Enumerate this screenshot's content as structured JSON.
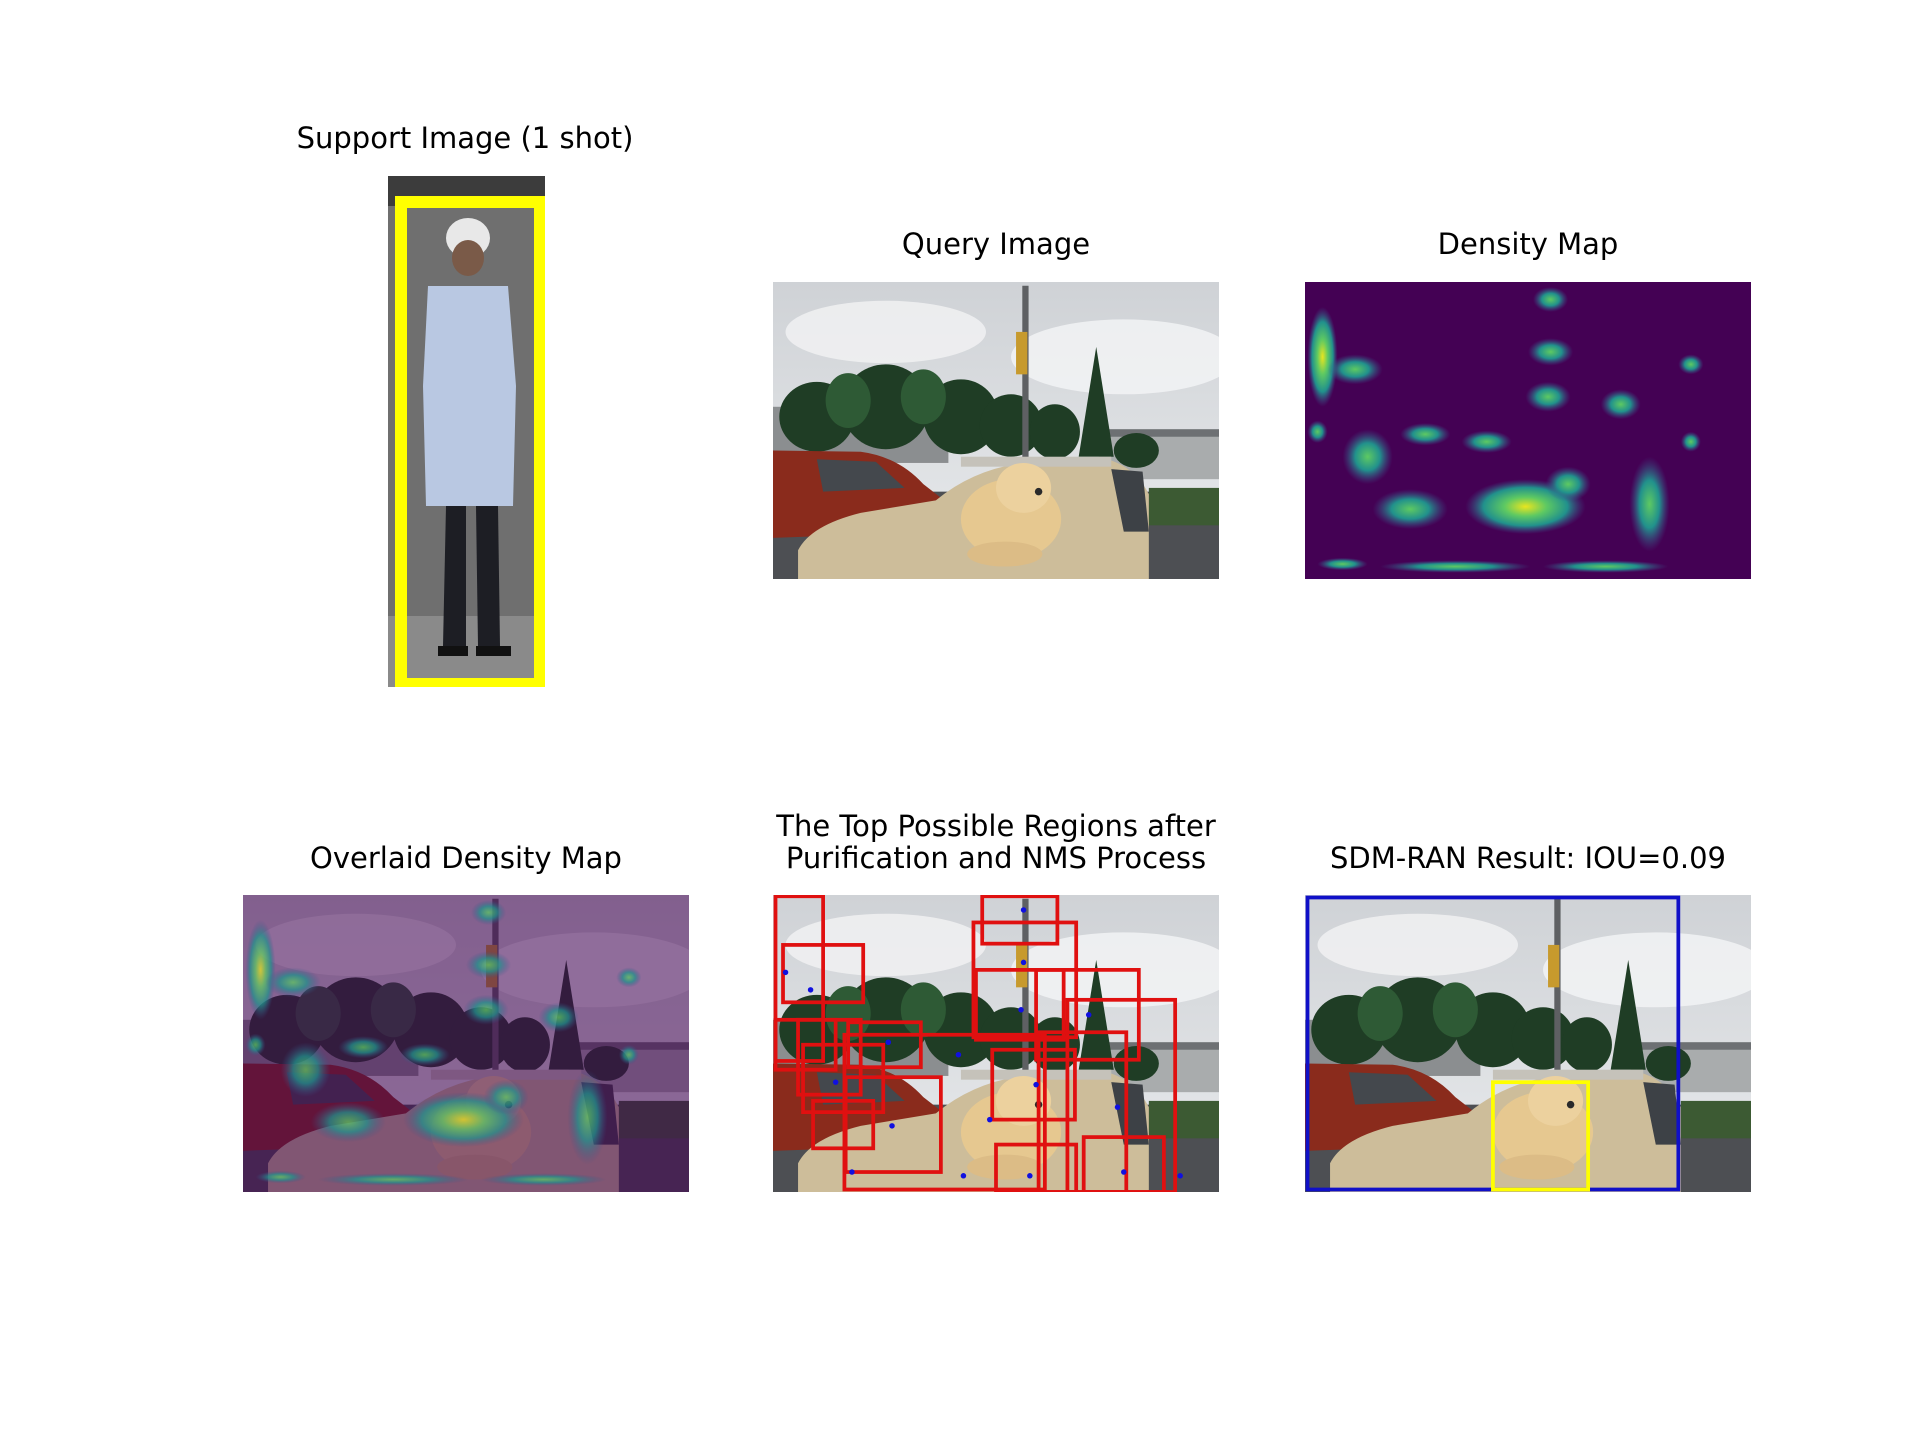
{
  "figure": {
    "panels": [
      {
        "key": "support",
        "title": "Support Image (1 shot)"
      },
      {
        "key": "query",
        "title": "Query Image"
      },
      {
        "key": "density",
        "title": "Density Map"
      },
      {
        "key": "overlaid",
        "title": "Overlaid Density Map"
      },
      {
        "key": "regions",
        "title_line1": "The Top Possible Regions after",
        "title_line2": "Purification and NMS Process"
      },
      {
        "key": "result",
        "title": "SDM-RAN Result: IOU=0.09"
      }
    ]
  },
  "colors": {
    "support_box": "#ffff00",
    "region_box": "#e01010",
    "region_point": "#1010e0",
    "result_pred_box": "#1010c8",
    "result_gt_box": "#ffff00",
    "density_background": "#440154"
  }
}
